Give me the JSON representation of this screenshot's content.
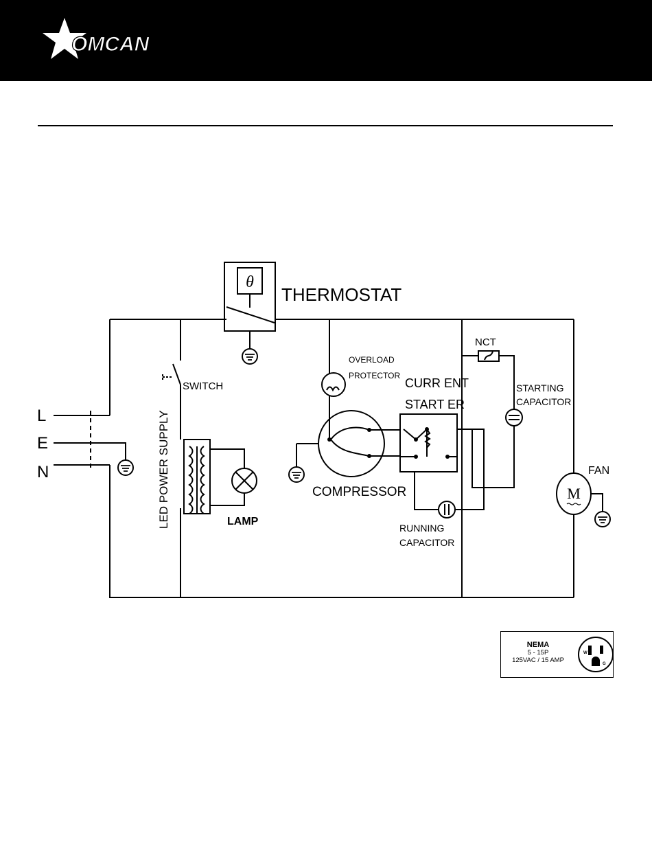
{
  "brand": {
    "name": "OMCAN"
  },
  "diagram": {
    "labels": {
      "thermostat": "THERMOSTAT",
      "theta": "θ",
      "switch": "SWITCH",
      "led_power_supply": "LED POWER SUPPLY",
      "lamp": "LAMP",
      "overload_1": "OVERLOAD",
      "overload_2": "PROTECTOR",
      "compressor": "COMPRESSOR",
      "current_1": "CURR ENT",
      "current_2": "START ER",
      "nct": "NCT",
      "starting_1": "STARTING",
      "starting_2": "CAPACITOR",
      "running_1": "RUNNING",
      "running_2": "CAPACITOR",
      "fan": "FAN",
      "motor": "M",
      "line_l": "L",
      "line_e": "E",
      "line_n": "N"
    }
  },
  "nema": {
    "title": "NEMA",
    "type": "5 - 15P",
    "rating": "125VAC / 15 AMP",
    "w": "W",
    "g": "G"
  }
}
